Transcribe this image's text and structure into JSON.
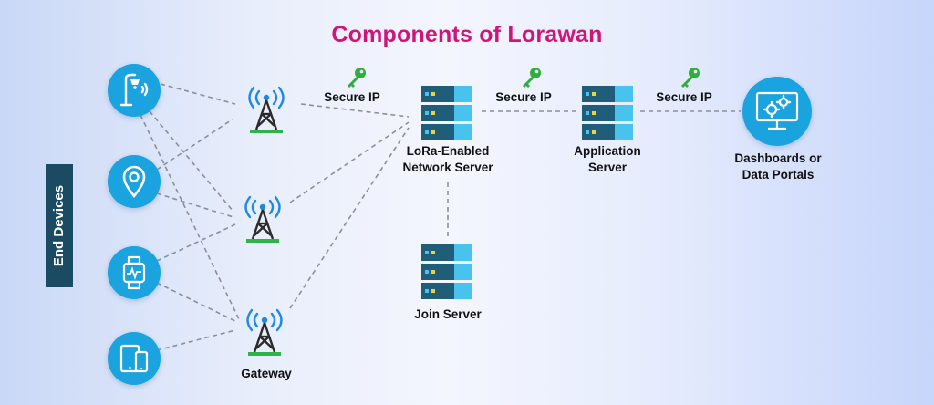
{
  "title": "Components of Lorawan",
  "end_devices": {
    "label": "End Devices",
    "items": [
      {
        "icon": "street-lamp-icon"
      },
      {
        "icon": "location-pin-icon"
      },
      {
        "icon": "smartwatch-icon"
      },
      {
        "icon": "tablet-phone-icon"
      }
    ]
  },
  "gateway": {
    "label": "Gateway",
    "icon": "antenna-tower-icon"
  },
  "network_server": {
    "line1": "LoRa-Enabled",
    "line2": "Network Server",
    "icon": "server-icon"
  },
  "application_server": {
    "line1": "Application",
    "line2": "Server",
    "icon": "server-icon"
  },
  "join_server": {
    "label": "Join Server",
    "icon": "server-icon"
  },
  "dashboards": {
    "line1": "Dashboards or",
    "line2": "Data Portals",
    "icon": "monitor-gears-icon"
  },
  "secure_links": [
    {
      "label": "Secure IP",
      "icon": "key-icon"
    },
    {
      "label": "Secure IP",
      "icon": "key-icon"
    },
    {
      "label": "Secure IP",
      "icon": "key-icon"
    }
  ],
  "colors": {
    "title": "#d0157a",
    "device_circle": "#1aa3de",
    "tower_signal": "#1e88e5",
    "tower_structure": "#2b2b2b",
    "tower_base": "#2fb24a",
    "server_body": "#1f5d78",
    "server_accent": "#48c3ee",
    "key": "#2fae3c",
    "side_bar": "#1a4b62"
  }
}
